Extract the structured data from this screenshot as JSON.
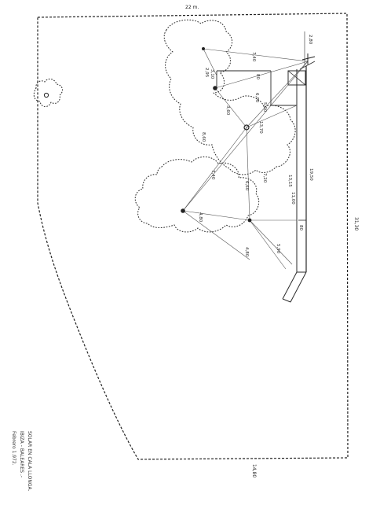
{
  "dimensions": {
    "top": "22 m.",
    "right": "31,30",
    "bottom": "14,80",
    "corner": "2,80",
    "wall_lower": "80",
    "wall_length": "19,50",
    "wall_long": "11,00",
    "mid_top": "80",
    "mid_rect": "3,10",
    "mid_right": "7,20",
    "mid_left": "6,60"
  },
  "measurements": [
    "7,40",
    "2,95",
    "6,00",
    "5,00",
    "3,60",
    "8,60",
    "13,70",
    "7,40",
    "6,60",
    "13,15",
    "4,80",
    "5,90",
    "4,80"
  ],
  "caption": {
    "line1": "SOLAR EN CALA LLONGA.",
    "line2": "IBIZA - BALEARES .-",
    "line3": "Febrero 1.972."
  }
}
